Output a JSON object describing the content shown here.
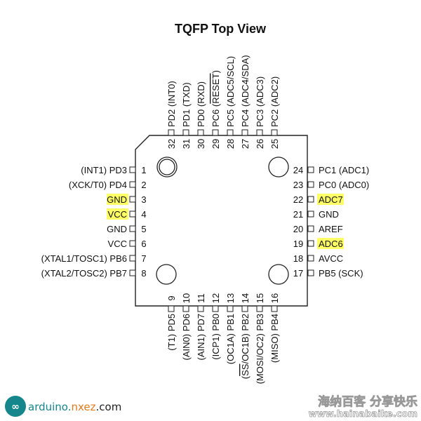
{
  "title": "TQFP Top View",
  "highlight_color": "#ffff66",
  "pins": {
    "left": [
      {
        "num": "1",
        "label": "(INT1) PD3"
      },
      {
        "num": "2",
        "label": "(XCK/T0) PD4"
      },
      {
        "num": "3",
        "label": "GND",
        "highlight": true
      },
      {
        "num": "4",
        "label": "VCC",
        "highlight": true
      },
      {
        "num": "5",
        "label": "GND"
      },
      {
        "num": "6",
        "label": "VCC"
      },
      {
        "num": "7",
        "label": "(XTAL1/TOSC1) PB6"
      },
      {
        "num": "8",
        "label": "(XTAL2/TOSC2) PB7"
      }
    ],
    "right": [
      {
        "num": "24",
        "label": "PC1 (ADC1)"
      },
      {
        "num": "23",
        "label": "PC0 (ADC0)"
      },
      {
        "num": "22",
        "label": "ADC7",
        "highlight": true
      },
      {
        "num": "21",
        "label": "GND"
      },
      {
        "num": "20",
        "label": "AREF"
      },
      {
        "num": "19",
        "label": "ADC6",
        "highlight": true
      },
      {
        "num": "18",
        "label": "AVCC"
      },
      {
        "num": "17",
        "label": "PB5 (SCK)"
      }
    ],
    "top": [
      {
        "num": "32",
        "pre": "PD2 (INT0)",
        "ol": "",
        "post": ""
      },
      {
        "num": "31",
        "pre": "PD1 (TXD)",
        "ol": "",
        "post": ""
      },
      {
        "num": "30",
        "pre": "PD0 (RXD)",
        "ol": "",
        "post": ""
      },
      {
        "num": "29",
        "pre": "PC6 (",
        "ol": "RESET",
        "post": ")"
      },
      {
        "num": "28",
        "pre": "PC5 (ADC5/SCL)",
        "ol": "",
        "post": ""
      },
      {
        "num": "27",
        "pre": "PC4 (ADC4/SDA)",
        "ol": "",
        "post": ""
      },
      {
        "num": "26",
        "pre": "PC3 (ADC3)",
        "ol": "",
        "post": ""
      },
      {
        "num": "25",
        "pre": "PC2 (ADC2)",
        "ol": "",
        "post": ""
      }
    ],
    "bottom": [
      {
        "num": "9",
        "pre": "(T1) PD5",
        "ol": "",
        "post": ""
      },
      {
        "num": "10",
        "pre": "(AIN0) PD6",
        "ol": "",
        "post": ""
      },
      {
        "num": "11",
        "pre": "(AIN1) PD7",
        "ol": "",
        "post": ""
      },
      {
        "num": "12",
        "pre": "(ICP1) PB0",
        "ol": "",
        "post": ""
      },
      {
        "num": "13",
        "pre": "(OC1A) PB1",
        "ol": "",
        "post": ""
      },
      {
        "num": "14",
        "pre": "(",
        "ol": "SS",
        "post": "/OC1B) PB2"
      },
      {
        "num": "15",
        "pre": "(MOSI/OC2) PB3",
        "ol": "",
        "post": ""
      },
      {
        "num": "16",
        "pre": "(MISO) PB4",
        "ol": "",
        "post": ""
      }
    ]
  },
  "logo_left": {
    "part1": "arduino.",
    "part2": "nxez",
    ".com_part": ".com",
    "colors": {
      "teal": "#14868c",
      "orange": "#e07b1f"
    }
  },
  "logo_right": {
    "line1": "海纳百客 分享快乐",
    "line2": "www.hainabaike.com"
  }
}
